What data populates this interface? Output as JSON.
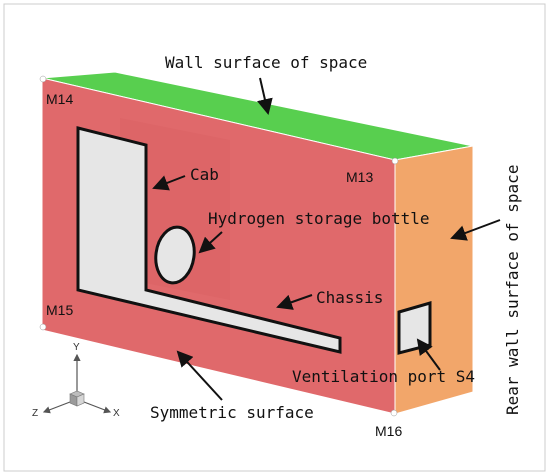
{
  "colors": {
    "front_face": "#e0696b",
    "top_face": "#58cf4f",
    "side_face": "#f2a66a",
    "cutout": "#e6e6e6",
    "outline": "#111111"
  },
  "labels": {
    "wall_surface_of_space": "Wall surface of space",
    "rear_wall_surface_of_space": "Rear wall surface of space",
    "cab": "Cab",
    "hydrogen_storage_bottle": "Hydrogen storage bottle",
    "chassis": "Chassis",
    "ventilation_port": "Ventilation port S4",
    "symmetric_surface": "Symmetric surface"
  },
  "markers": {
    "m13": "M13",
    "m14": "M14",
    "m15": "M15",
    "m16": "M16"
  },
  "axes": {
    "y": "Y",
    "z": "Z",
    "x": "X"
  }
}
